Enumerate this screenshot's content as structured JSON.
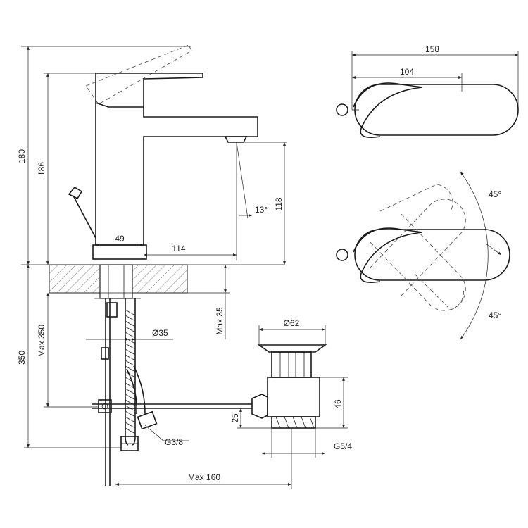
{
  "labels": {
    "h180": "180",
    "h186": "186",
    "d49": "49",
    "d114": "114",
    "a13": "13°",
    "h118": "118",
    "d158": "158",
    "d104": "104",
    "a45_top": "45°",
    "a45_bottom": "45°",
    "max35": "Max 35",
    "dia35": "Ø35",
    "dia62": "Ø62",
    "max350": "Max 350",
    "h350": "350",
    "h46": "46",
    "h25": "25",
    "g38": "G3/8",
    "g54": "G5/4",
    "max160": "Max 160"
  }
}
